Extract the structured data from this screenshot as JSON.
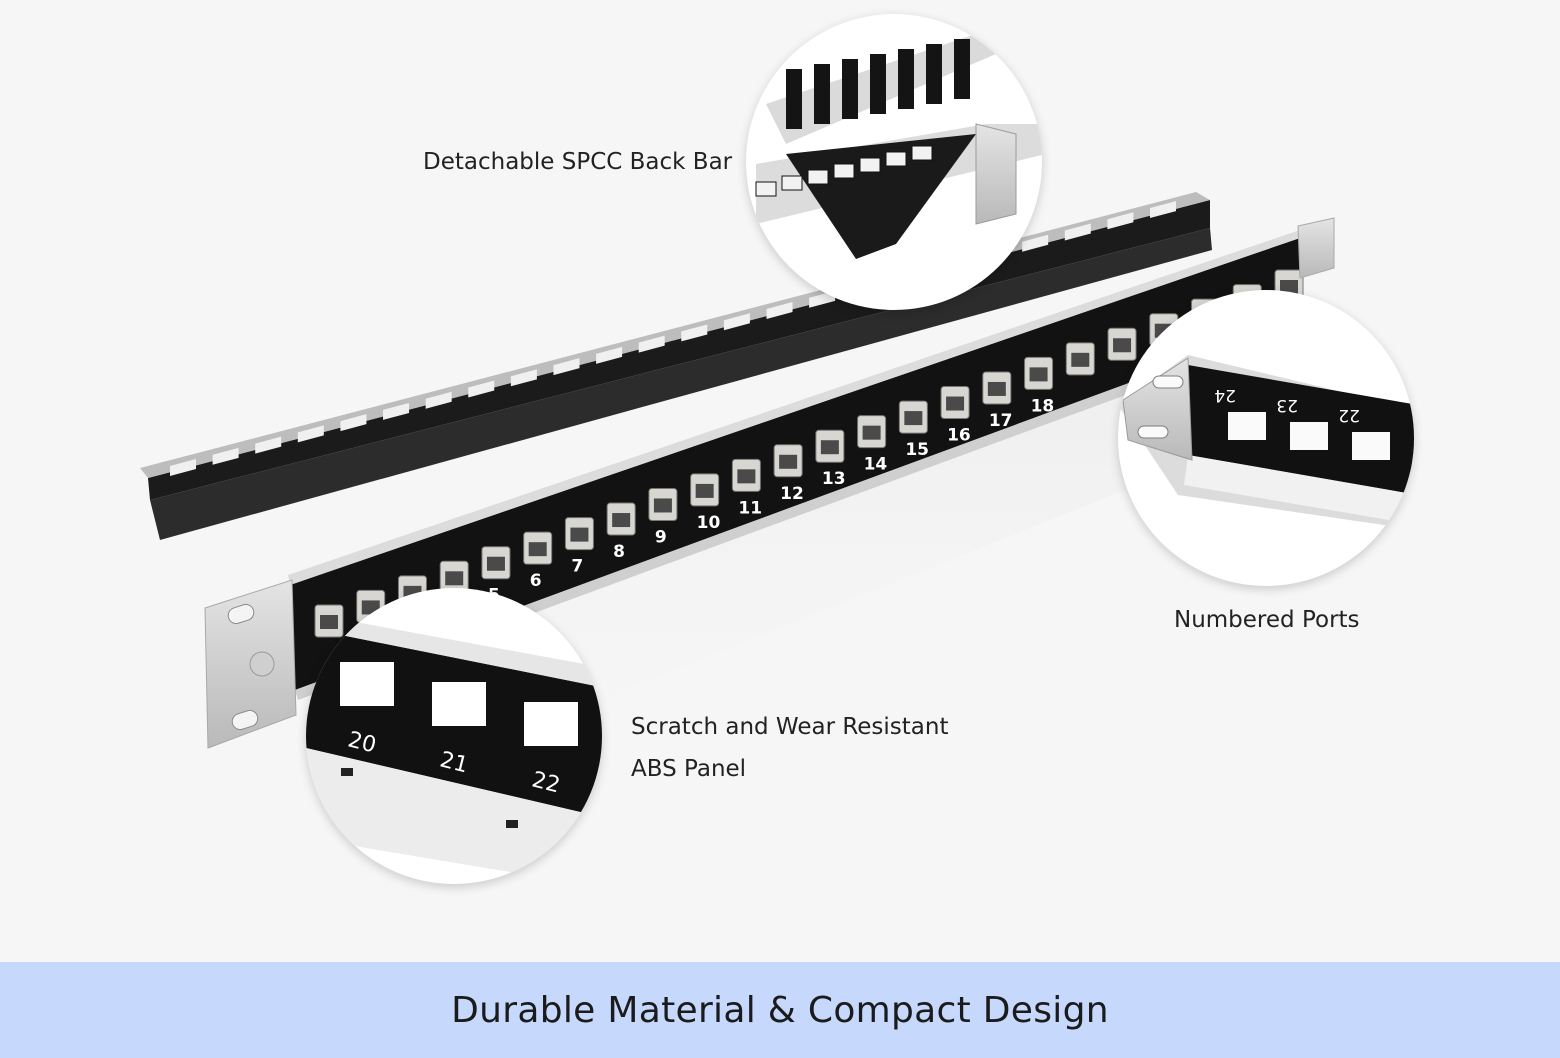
{
  "labels": {
    "back_bar": "Detachable SPCC Back Bar",
    "numbered_ports": "Numbered Ports",
    "panel_line1": "Scratch and Wear Resistant",
    "panel_line2": "ABS Panel"
  },
  "footer": {
    "title": "Durable Material & Compact Design"
  },
  "port_numbers": [
    "5",
    "6",
    "7",
    "8",
    "9",
    "10",
    "11",
    "12",
    "13",
    "14",
    "15",
    "16",
    "17",
    "18"
  ],
  "zoom_ports_right": [
    "24",
    "23",
    "22"
  ],
  "zoom_ports_left": [
    "20",
    "21",
    "22"
  ],
  "colors": {
    "footer_bg": "#c6d9fd",
    "panel_black": "#111111",
    "background": "#f6f6f6"
  }
}
